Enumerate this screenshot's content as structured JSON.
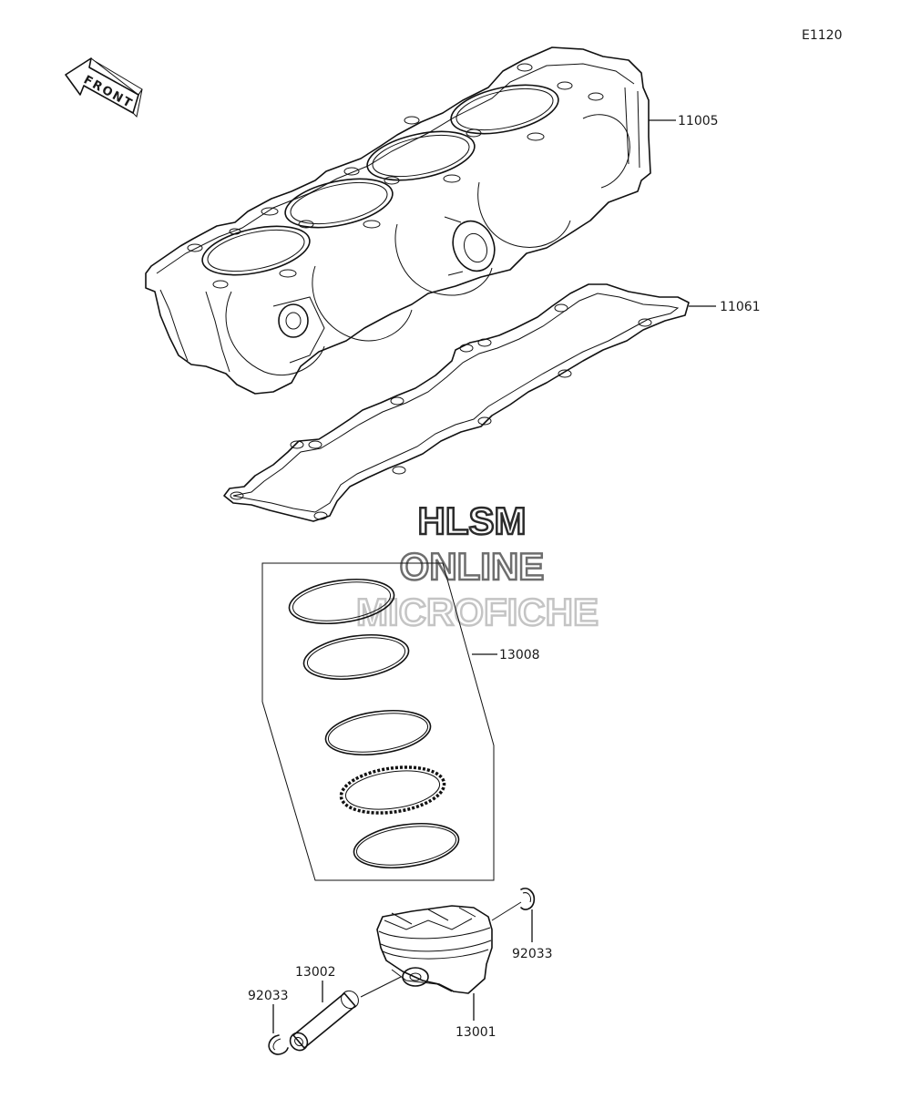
{
  "diagram": {
    "code": "E1120",
    "front_label": "FRONT",
    "watermark": [
      "HLSM",
      "ONLINE",
      "MICROFICHE"
    ],
    "watermark_colors": [
      "#2b2b2b",
      "#6e6e6e",
      "#c4c4c4"
    ],
    "callouts": {
      "cylinder": "11005",
      "gasket": "11061",
      "ring_set": "13008",
      "circlip_right": "92033",
      "piston_pin": "13002",
      "circlip_left": "92033",
      "piston": "13001"
    }
  }
}
